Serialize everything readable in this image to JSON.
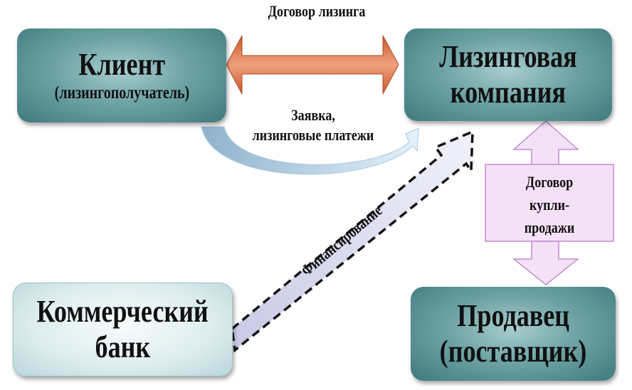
{
  "nodes": {
    "client": {
      "title": "Клиент",
      "subtitle": "(лизингополучатель)"
    },
    "leasing_company": {
      "line1": "Лизинговая",
      "line2": "компания"
    },
    "bank": {
      "line1": "Коммерческий",
      "line2": "банк"
    },
    "seller": {
      "line1": "Продавец",
      "line2": "(поставщик)"
    }
  },
  "edges": {
    "leasing_contract": "Договор лизинга",
    "application_line1": "Заявка,",
    "application_line2": "лизинговые платежи",
    "financing": "Финансирование",
    "purchase_line1": "Договор",
    "purchase_line2": "купли-",
    "purchase_line3": "продажи"
  },
  "colors": {
    "teal": "#3f7a7d",
    "orange": "#d9673a",
    "pink": "#f5e1f7",
    "pink_border": "#c48ad0"
  }
}
